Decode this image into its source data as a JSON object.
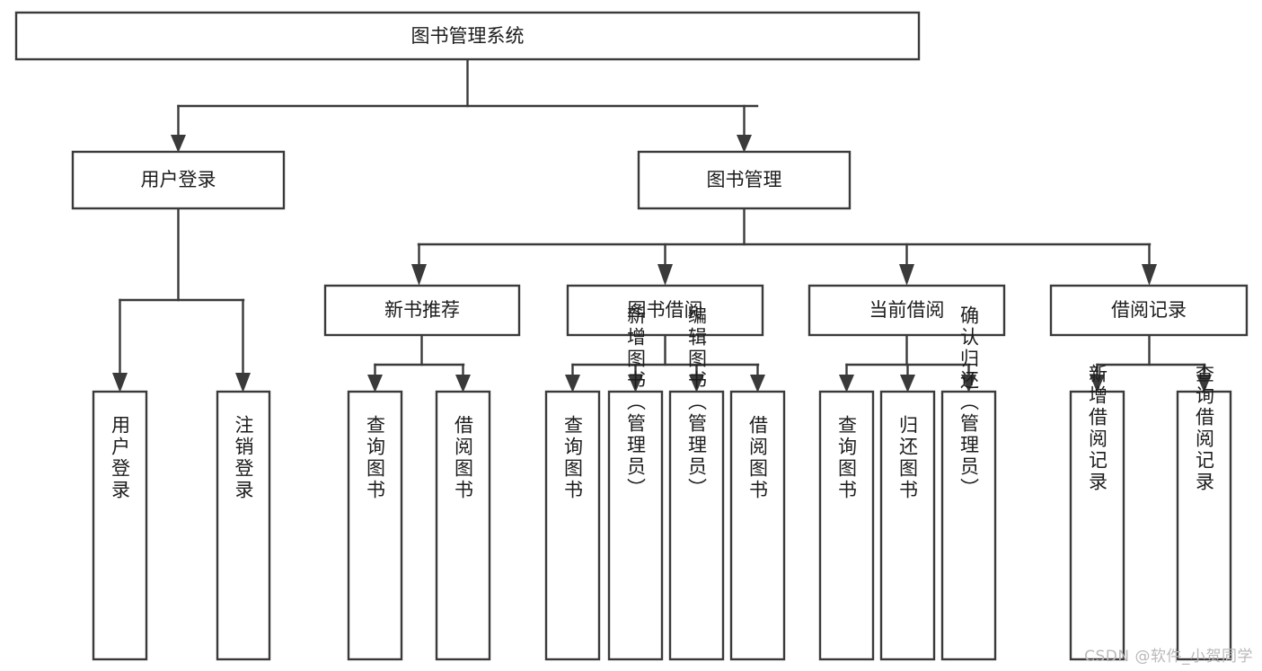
{
  "diagram": {
    "type": "tree-hierarchy-chart",
    "title": "图书管理系统",
    "watermark": "CSDN @软件_小贺同学",
    "colors": {
      "stroke": "#3a3a3a",
      "fill": "#ffffff",
      "text": "#1c1c1c",
      "watermark": "#b9b9b9"
    },
    "levels": {
      "level1": {
        "nodes": [
          {
            "id": "root",
            "label": "图书管理系统",
            "orientation": "horizontal"
          }
        ]
      },
      "level2": {
        "nodes": [
          {
            "id": "user-login",
            "label": "用户登录",
            "orientation": "horizontal"
          },
          {
            "id": "book-manage",
            "label": "图书管理",
            "orientation": "horizontal"
          }
        ]
      },
      "level3": {
        "nodes": [
          {
            "id": "new-book-recommend",
            "label": "新书推荐",
            "orientation": "horizontal"
          },
          {
            "id": "book-borrow",
            "label": "图书借阅",
            "orientation": "horizontal"
          },
          {
            "id": "current-borrow",
            "label": "当前借阅",
            "orientation": "horizontal"
          },
          {
            "id": "borrow-record",
            "label": "借阅记录",
            "orientation": "horizontal"
          }
        ]
      },
      "level4": {
        "nodes": [
          {
            "id": "leaf-user-login",
            "label": "用户登录",
            "orientation": "vertical",
            "parent": "user-login"
          },
          {
            "id": "leaf-user-logout",
            "label": "注销登录",
            "orientation": "vertical",
            "parent": "user-login"
          },
          {
            "id": "leaf-query-book-1",
            "label": "查询图书",
            "orientation": "vertical",
            "parent": "new-book-recommend"
          },
          {
            "id": "leaf-borrow-book-1",
            "label": "借阅图书",
            "orientation": "vertical",
            "parent": "new-book-recommend"
          },
          {
            "id": "leaf-query-book-2",
            "label": "查询图书",
            "orientation": "vertical",
            "parent": "book-borrow"
          },
          {
            "id": "leaf-add-book",
            "label": "新增图书（管理员）",
            "orientation": "vertical",
            "parent": "book-borrow"
          },
          {
            "id": "leaf-edit-book",
            "label": "编辑图书（管理员）",
            "orientation": "vertical",
            "parent": "book-borrow"
          },
          {
            "id": "leaf-borrow-book-2",
            "label": "借阅图书",
            "orientation": "vertical",
            "parent": "book-borrow"
          },
          {
            "id": "leaf-query-book-3",
            "label": "查询图书",
            "orientation": "vertical",
            "parent": "current-borrow"
          },
          {
            "id": "leaf-return-book",
            "label": "归还图书",
            "orientation": "vertical",
            "parent": "current-borrow"
          },
          {
            "id": "leaf-confirm-return",
            "label": "确认归还（管理员）",
            "orientation": "vertical",
            "parent": "current-borrow"
          },
          {
            "id": "leaf-add-record",
            "label": "新增借阅记录",
            "orientation": "vertical",
            "parent": "borrow-record"
          },
          {
            "id": "leaf-query-record",
            "label": "查询借阅记录",
            "orientation": "vertical",
            "parent": "borrow-record"
          }
        ]
      }
    }
  }
}
